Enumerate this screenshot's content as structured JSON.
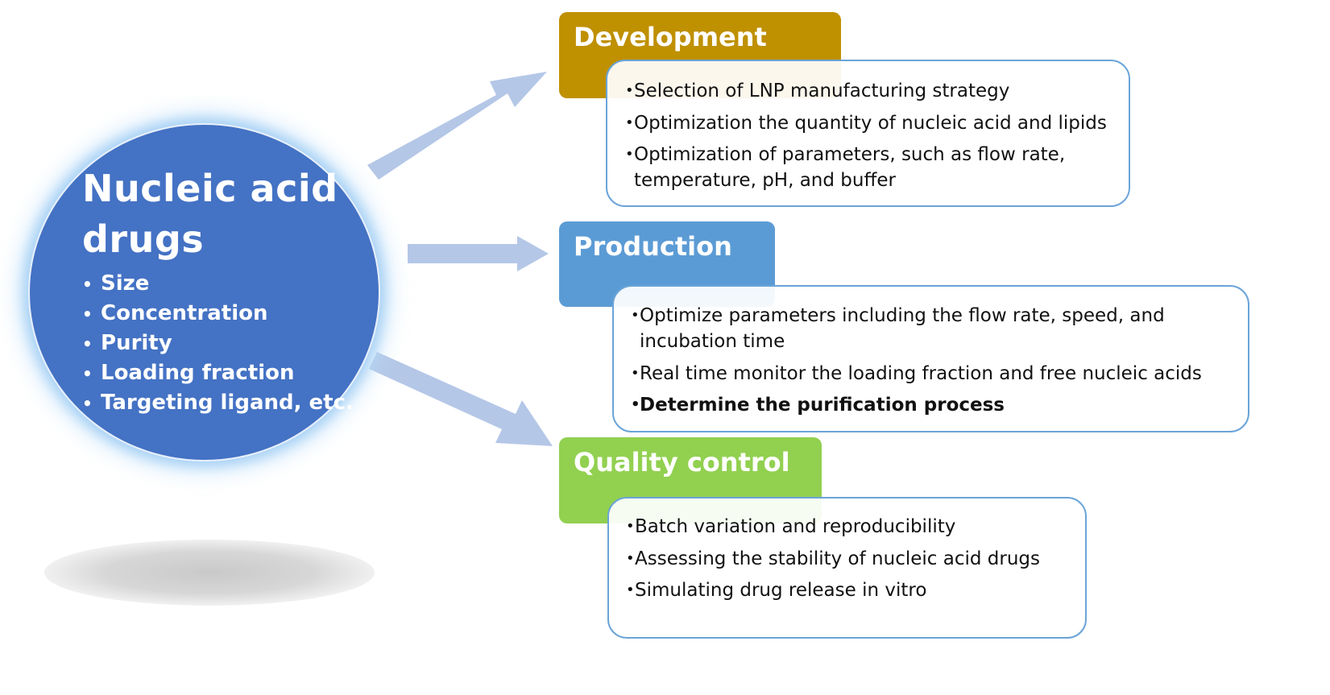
{
  "center": {
    "title_lines": [
      "Nucleic acid",
      "drugs"
    ],
    "bullets": [
      "Size",
      "Concentration",
      "Purity",
      "Loading fraction",
      "Targeting ligand, etc."
    ],
    "fill_color": "#4472c4",
    "bullet_symbol": "•"
  },
  "arrow_color": "#b4c7e7",
  "sections": {
    "development": {
      "title": "Development",
      "color": "#bf9000",
      "items": [
        {
          "line1": "Selection of LNP manufacturing strategy",
          "line2": ""
        },
        {
          "line1": "Optimization the quantity of nucleic acid and lipids",
          "line2": ""
        },
        {
          "line1": "Optimization of parameters, such as flow rate,",
          "line2": "temperature, pH, and buffer"
        }
      ]
    },
    "production": {
      "title": "Production",
      "color": "#5b9bd5",
      "items": [
        {
          "line1": "Optimize parameters including the flow rate, speed, and",
          "line2": "incubation time"
        },
        {
          "line1": "Real time monitor the loading fraction and free nucleic acids",
          "line2": ""
        },
        {
          "line1": "Determine the purification process",
          "line2": "",
          "bold": true
        }
      ]
    },
    "quality_control": {
      "title": "Quality control",
      "color": "#92d050",
      "items": [
        {
          "line1": "Batch variation and reproducibility",
          "line2": ""
        },
        {
          "line1": "Assessing the stability of nucleic acid drugs",
          "line2": ""
        },
        {
          "line1": "Simulating drug release in vitro",
          "line2": ""
        }
      ]
    }
  }
}
